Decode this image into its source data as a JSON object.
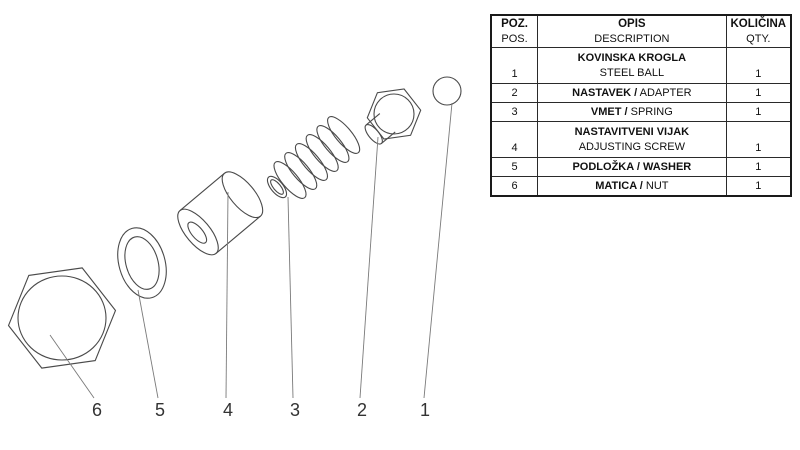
{
  "table": {
    "header": {
      "pos_line1": "POZ.",
      "pos_line2": "POS.",
      "desc_line1": "OPIS",
      "desc_line2": "DESCRIPTION",
      "qty_line1": "KOLIČINA",
      "qty_line2": "QTY."
    },
    "rows": [
      {
        "pos": "1",
        "bold": "KOVINSKA KROGLA",
        "regular": "STEEL BALL",
        "qty": "1"
      },
      {
        "pos": "2",
        "bold": "NASTAVEK /",
        "regular": " ADAPTER",
        "qty": "1"
      },
      {
        "pos": "3",
        "bold": "VMET /",
        "regular": " SPRING",
        "qty": "1"
      },
      {
        "pos": "4",
        "bold": "NASTAVITVENI VIJAK",
        "regular": "ADJUSTING SCREW",
        "qty": "1"
      },
      {
        "pos": "5",
        "bold": "PODLOŽKA / WASHER",
        "regular": "",
        "qty": "1"
      },
      {
        "pos": "6",
        "bold": "MATICA /",
        "regular": " NUT",
        "qty": "1"
      }
    ]
  },
  "diagram": {
    "callouts": [
      "6",
      "5",
      "4",
      "3",
      "2",
      "1"
    ],
    "line_color": "#4a4a4a",
    "leader_color": "#7a7a7a"
  }
}
